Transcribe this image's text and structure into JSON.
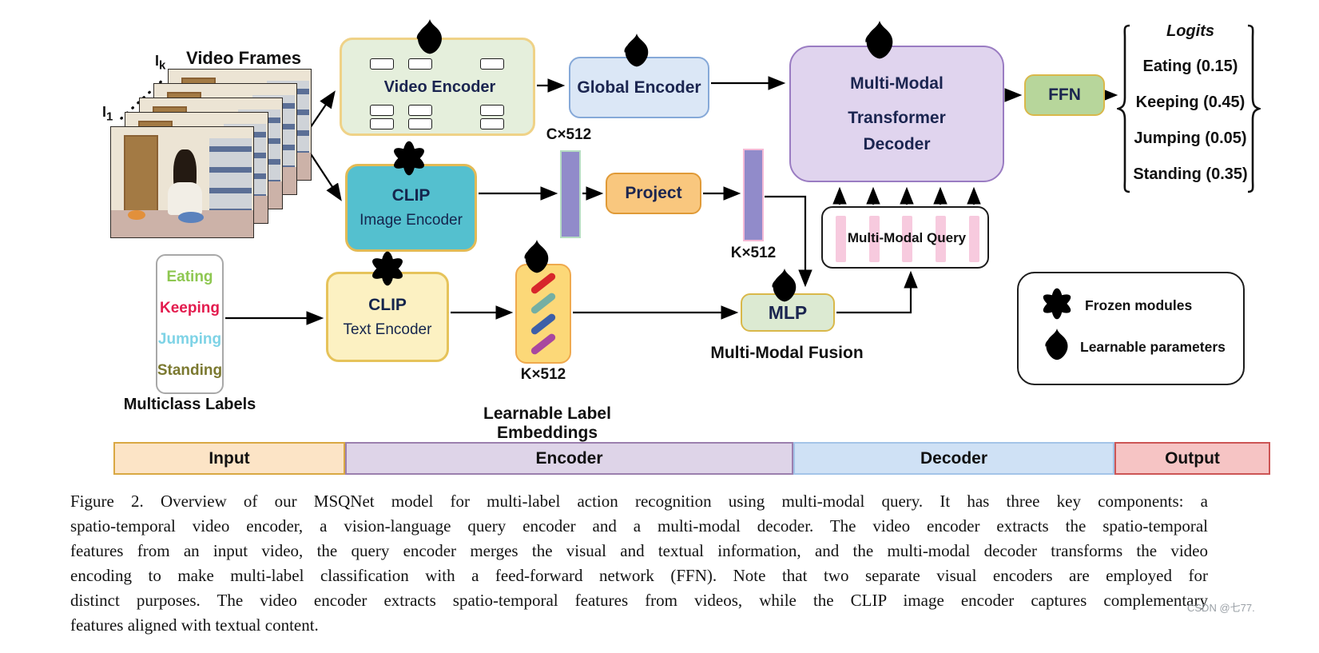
{
  "figure": {
    "video_frames": {
      "title": "Video Frames",
      "frame_label_last": {
        "base": "I",
        "sub": "k"
      },
      "frame_label_first": {
        "base": "I",
        "sub": "1"
      }
    },
    "modules": {
      "video_encoder": {
        "label": "Video Encoder"
      },
      "global_encoder": {
        "label": "Global Encoder"
      },
      "clip_image_encoder": {
        "line1": "CLIP",
        "line2": "Image Encoder"
      },
      "clip_text_encoder": {
        "line1": "CLIP",
        "line2": "Text Encoder"
      },
      "project": {
        "label": "Project"
      },
      "mlp": {
        "label": "MLP"
      },
      "decoder": {
        "line1": "Multi-Modal",
        "line2": "Transformer",
        "line3": "Decoder"
      },
      "ffn": {
        "label": "FFN"
      },
      "query": {
        "label": "Multi-Modal Query"
      }
    },
    "tensor_labels": {
      "c512": "C×512",
      "k512_proj": "K×512",
      "k512_emb": "K×512"
    },
    "multiclass": {
      "caption": "Multiclass Labels",
      "items": [
        {
          "text": "Eating",
          "color": "#8ec751"
        },
        {
          "text": "Keeping",
          "color": "#e31c4e"
        },
        {
          "text": "Jumping",
          "color": "#7ed3e6"
        },
        {
          "text": "Standing",
          "color": "#7b7930"
        }
      ]
    },
    "embeddings": {
      "caption": "Learnable Label Embeddings",
      "dash_colors": [
        "#d7262b",
        "#74afa3",
        "#3c5fa8",
        "#a8479f"
      ]
    },
    "fusion_label": "Multi-Modal Fusion",
    "logits": {
      "title": "Logits",
      "items": [
        "Eating (0.15)",
        "Keeping (0.45)",
        "Jumping (0.05)",
        "Standing (0.35)"
      ]
    },
    "legend": {
      "items": [
        {
          "icon": "snowflake-icon",
          "label": "Frozen modules"
        },
        {
          "icon": "flame-icon",
          "label": "Learnable parameters"
        }
      ]
    },
    "stage_bar": {
      "items": [
        {
          "label": "Input",
          "fill": "#fce4c6",
          "border": "#d9a843"
        },
        {
          "label": "Encoder",
          "fill": "#ded4e8",
          "border": "#9b7fae"
        },
        {
          "label": "Decoder",
          "fill": "#cfe1f5",
          "border": "#a3c4e8"
        },
        {
          "label": "Output",
          "fill": "#f6c4c4",
          "border": "#cc5555"
        }
      ]
    }
  },
  "caption": {
    "lines": [
      "Figure 2. Overview of our MSQNet model for multi-label action recognition using multi-modal query.  It has three key components: a",
      "spatio-temporal video encoder, a vision-language query encoder and a multi-modal decoder. The video encoder extracts the spatio-temporal",
      "features from an input video, the query encoder merges the visual and textual information, and the multi-modal decoder transforms the video",
      "encoding to make multi-label classification with a feed-forward network (FFN). Note that two separate visual encoders are employed for",
      "distinct purposes. The video encoder extracts spatio-temporal features from videos, while the CLIP image encoder captures complementary",
      "features aligned with textual content."
    ]
  },
  "watermark": "CSDN @七77."
}
